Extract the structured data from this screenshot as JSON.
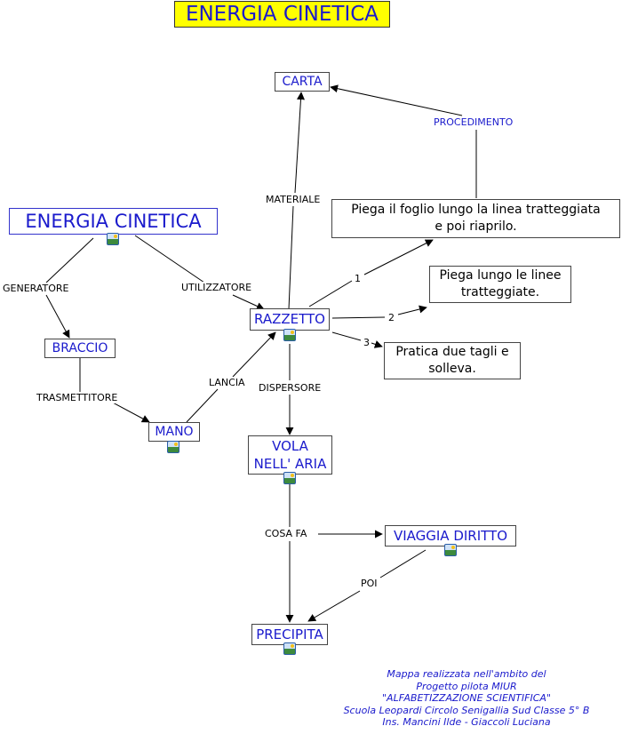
{
  "title": "ENERGIA CINETICA",
  "nodes": {
    "energia": "ENERGIA  CINETICA",
    "carta": "CARTA",
    "braccio": "BRACCIO",
    "razzetto": "RAZZETTO",
    "mano": "MANO",
    "vola_line1": "VOLA",
    "vola_line2": "NELL' ARIA",
    "viaggia": "VIAGGIA  DIRITTO",
    "precipita": "PRECIPITA",
    "step1_line1": "Piega il foglio lungo la linea tratteggiata",
    "step1_line2": "e poi riaprilo.",
    "step2_line1": "Piega lungo le linee",
    "step2_line2": "tratteggiate.",
    "step3_line1": "Pratica due tagli e",
    "step3_line2": "solleva."
  },
  "links": {
    "generatore": "GENERATORE",
    "utilizzatore": "UTILIZZATORE",
    "trasmettitore": "TRASMETTITORE",
    "lancia": "LANCIA",
    "materiale": "MATERIALE",
    "procedimento": "PROCEDIMENTO",
    "dispersore": "DISPERSORE",
    "cosa_fa": "COSA  FA",
    "poi": "POI",
    "n1": "1",
    "n2": "2",
    "n3": "3"
  },
  "footer": [
    "Mappa realizzata nell'ambito del",
    "Progetto pilota MIUR",
    "\"ALFABETIZZAZIONE SCIENTIFICA\"",
    "Scuola Leopardi Circolo  Senigallia Sud Classe 5° B",
    "Ins.  Mancini Ilde - Giaccoli Luciana"
  ]
}
